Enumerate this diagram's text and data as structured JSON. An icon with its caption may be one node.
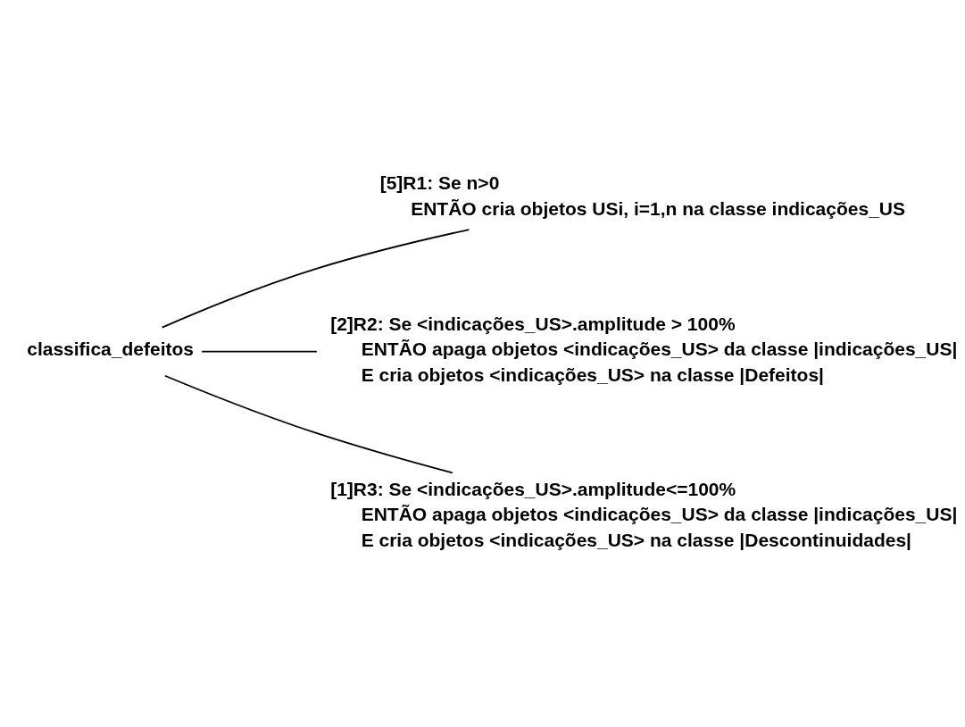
{
  "diagram": {
    "nodes": [
      {
        "text": [
          "classifica_defeitos"
        ]
      },
      {
        "text": [
          "[5]R1: Se n>0",
          "ENTÃO cria objetos USi, i=1,n na classe indicações_US"
        ]
      },
      {
        "text": [
          "[2]R2: Se <indicações_US>.amplitude > 100%",
          "ENTÃO apaga objetos <indicações_US> da classe |indicações_US|",
          "E cria objetos <indicações_US> na classe |Defeitos|"
        ]
      },
      {
        "text": [
          "[1]R3: Se <indicações_US>.amplitude<=100%",
          "ENTÃO apaga objetos <indicações_US> da classe |indicações_US|",
          "E cria objetos <indicações_US> na classe |Descontinuidades|"
        ]
      }
    ],
    "edges": [
      {
        "from": 0,
        "to": 1,
        "arrow": "none"
      },
      {
        "from": 0,
        "to": 2,
        "arrow": "none"
      },
      {
        "from": 0,
        "to": 3,
        "arrow": "none"
      }
    ]
  }
}
